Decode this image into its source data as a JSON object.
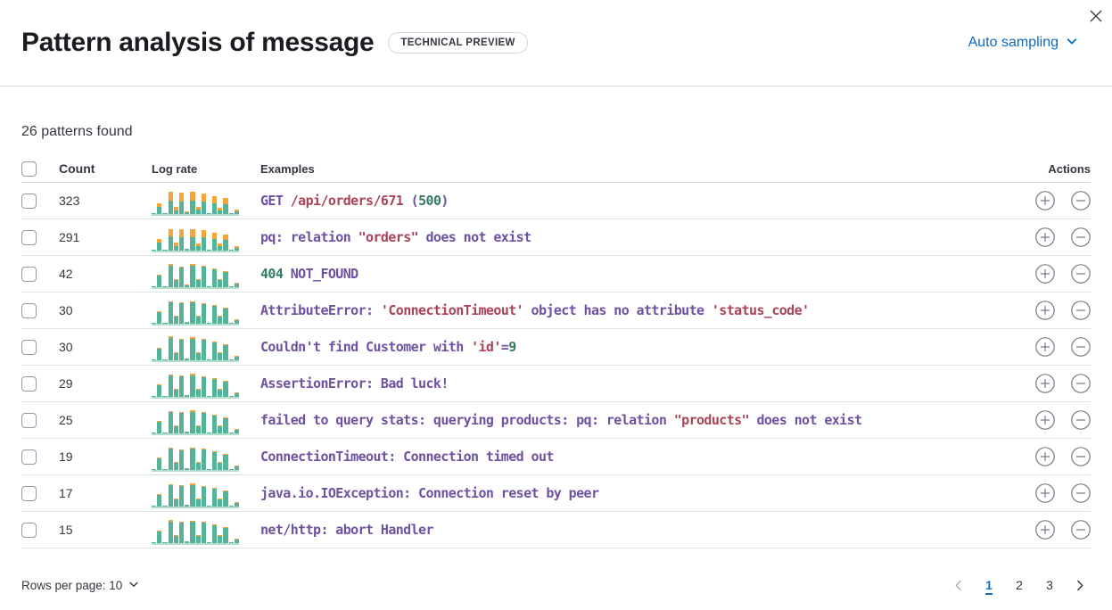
{
  "flyout": {
    "title": "Pattern analysis of message",
    "badge": "TECHNICAL PREVIEW",
    "sampling_label": "Auto sampling",
    "patterns_found": "26 patterns found"
  },
  "icons": {
    "close": "✕",
    "chevron_down": "⌄",
    "plus_circle": "⊕",
    "minus_circle": "⊖",
    "chevron_left": "‹",
    "chevron_right": "›"
  },
  "colors": {
    "purple": "#6e51a1",
    "red": "#a94358",
    "green": "#327a60",
    "hist_green": "#54b399",
    "hist_orange": "#f9a43b",
    "hist_baseline": "#b5dfcd",
    "link_blue": "#0a6cc0",
    "icon_gray": "#767d87",
    "disabled_gray": "#a9b0bb"
  },
  "table": {
    "headers": {
      "count": "Count",
      "log_rate": "Log rate",
      "examples": "Examples",
      "actions": "Actions"
    },
    "rows": [
      {
        "count": "323",
        "example": [
          {
            "t": "GET ",
            "c": "purple"
          },
          {
            "t": "/api/orders/671",
            "c": "red"
          },
          {
            "t": " (",
            "c": "purple"
          },
          {
            "t": "500",
            "c": "green"
          },
          {
            "t": ")",
            "c": "purple"
          }
        ],
        "bars": [
          [
            0.04,
            0
          ],
          [
            0.3,
            0.16
          ],
          [
            0.03,
            0
          ],
          [
            0.52,
            0.36
          ],
          [
            0.16,
            0.15
          ],
          [
            0.5,
            0.34
          ],
          [
            0.06,
            0.02
          ],
          [
            0.52,
            0.36
          ],
          [
            0.17,
            0.1
          ],
          [
            0.5,
            0.32
          ],
          [
            0.04,
            0
          ],
          [
            0.44,
            0.28
          ],
          [
            0.16,
            0.1
          ],
          [
            0.4,
            0.25
          ],
          [
            0.04,
            0
          ],
          [
            0.1,
            0.07
          ]
        ]
      },
      {
        "count": "291",
        "example": [
          {
            "t": "pq: relation ",
            "c": "purple"
          },
          {
            "t": "\"orders\"",
            "c": "red"
          },
          {
            "t": " does not exist",
            "c": "purple"
          }
        ],
        "bars": [
          [
            0.04,
            0
          ],
          [
            0.33,
            0.15
          ],
          [
            0.03,
            0
          ],
          [
            0.56,
            0.3
          ],
          [
            0.18,
            0.13
          ],
          [
            0.53,
            0.33
          ],
          [
            0.06,
            0
          ],
          [
            0.55,
            0.33
          ],
          [
            0.18,
            0.11
          ],
          [
            0.52,
            0.29
          ],
          [
            0.04,
            0
          ],
          [
            0.47,
            0.26
          ],
          [
            0.17,
            0.1
          ],
          [
            0.43,
            0.23
          ],
          [
            0.04,
            0
          ],
          [
            0.12,
            0.06
          ]
        ]
      },
      {
        "count": "42",
        "example": [
          {
            "t": "404",
            "c": "green"
          },
          {
            "t": " NOT_FOUND",
            "c": "purple"
          }
        ],
        "bars": [
          [
            0.04,
            0
          ],
          [
            0.48,
            0.03
          ],
          [
            0.03,
            0
          ],
          [
            0.84,
            0.06
          ],
          [
            0.29,
            0.02
          ],
          [
            0.8,
            0.04
          ],
          [
            0.07,
            0.02
          ],
          [
            0.86,
            0.08
          ],
          [
            0.29,
            0.03
          ],
          [
            0.82,
            0.05
          ],
          [
            0.04,
            0
          ],
          [
            0.72,
            0.04
          ],
          [
            0.28,
            0.03
          ],
          [
            0.62,
            0.05
          ],
          [
            0.04,
            0
          ],
          [
            0.15,
            0.04
          ]
        ]
      },
      {
        "count": "30",
        "example": [
          {
            "t": "AttributeError: ",
            "c": "purple"
          },
          {
            "t": "'ConnectionTimeout'",
            "c": "red"
          },
          {
            "t": " object has no attribute ",
            "c": "purple"
          },
          {
            "t": "'status_code'",
            "c": "red"
          }
        ],
        "bars": [
          [
            0.04,
            0
          ],
          [
            0.47,
            0.03
          ],
          [
            0.03,
            0
          ],
          [
            0.86,
            0.04
          ],
          [
            0.28,
            0.02
          ],
          [
            0.82,
            0.04
          ],
          [
            0.06,
            0
          ],
          [
            0.85,
            0.05
          ],
          [
            0.28,
            0.02
          ],
          [
            0.8,
            0.04
          ],
          [
            0.04,
            0
          ],
          [
            0.71,
            0.04
          ],
          [
            0.27,
            0.03
          ],
          [
            0.6,
            0.04
          ],
          [
            0.04,
            0
          ],
          [
            0.16,
            0.03
          ]
        ]
      },
      {
        "count": "30",
        "example": [
          {
            "t": "Couldn't find Customer with ",
            "c": "purple"
          },
          {
            "t": "'id'",
            "c": "red"
          },
          {
            "t": "=",
            "c": "purple"
          },
          {
            "t": "9",
            "c": "green"
          }
        ],
        "bars": [
          [
            0.04,
            0
          ],
          [
            0.46,
            0.05
          ],
          [
            0.03,
            0
          ],
          [
            0.88,
            0.06
          ],
          [
            0.3,
            0.03
          ],
          [
            0.83,
            0.04
          ],
          [
            0.06,
            0
          ],
          [
            0.86,
            0.06
          ],
          [
            0.28,
            0.03
          ],
          [
            0.81,
            0.04
          ],
          [
            0.04,
            0
          ],
          [
            0.73,
            0.05
          ],
          [
            0.27,
            0.02
          ],
          [
            0.61,
            0.04
          ],
          [
            0.04,
            0
          ],
          [
            0.15,
            0.03
          ]
        ]
      },
      {
        "count": "29",
        "example": [
          {
            "t": "AssertionError: Bad luck!",
            "c": "purple"
          }
        ],
        "bars": [
          [
            0.04,
            0
          ],
          [
            0.47,
            0.03
          ],
          [
            0.03,
            0
          ],
          [
            0.85,
            0.05
          ],
          [
            0.29,
            0.02
          ],
          [
            0.81,
            0.05
          ],
          [
            0.06,
            0
          ],
          [
            0.87,
            0.06
          ],
          [
            0.29,
            0.02
          ],
          [
            0.8,
            0.04
          ],
          [
            0.04,
            0
          ],
          [
            0.72,
            0.04
          ],
          [
            0.27,
            0.03
          ],
          [
            0.62,
            0.05
          ],
          [
            0.04,
            0
          ],
          [
            0.15,
            0.03
          ]
        ]
      },
      {
        "count": "25",
        "example": [
          {
            "t": "failed to query stats: querying products: pq: relation ",
            "c": "purple"
          },
          {
            "t": "\"products\"",
            "c": "red"
          },
          {
            "t": " does not exist",
            "c": "purple"
          }
        ],
        "bars": [
          [
            0.04,
            0
          ],
          [
            0.48,
            0.04
          ],
          [
            0.03,
            0
          ],
          [
            0.86,
            0.05
          ],
          [
            0.28,
            0.02
          ],
          [
            0.82,
            0.04
          ],
          [
            0.07,
            0
          ],
          [
            0.85,
            0.06
          ],
          [
            0.28,
            0.03
          ],
          [
            0.81,
            0.05
          ],
          [
            0.04,
            0
          ],
          [
            0.71,
            0.04
          ],
          [
            0.28,
            0.03
          ],
          [
            0.61,
            0.04
          ],
          [
            0.04,
            0
          ],
          [
            0.16,
            0.03
          ]
        ]
      },
      {
        "count": "19",
        "example": [
          {
            "t": "ConnectionTimeout: Connection timed out",
            "c": "purple"
          }
        ],
        "bars": [
          [
            0.04,
            0
          ],
          [
            0.46,
            0.03
          ],
          [
            0.03,
            0
          ],
          [
            0.87,
            0.05
          ],
          [
            0.29,
            0.02
          ],
          [
            0.8,
            0.04
          ],
          [
            0.06,
            0
          ],
          [
            0.86,
            0.05
          ],
          [
            0.29,
            0.02
          ],
          [
            0.82,
            0.04
          ],
          [
            0.04,
            0
          ],
          [
            0.72,
            0.05
          ],
          [
            0.27,
            0.02
          ],
          [
            0.6,
            0.04
          ],
          [
            0.04,
            0
          ],
          [
            0.15,
            0.03
          ]
        ]
      },
      {
        "count": "17",
        "example": [
          {
            "t": "java.io.IOException: Connection reset by peer",
            "c": "purple"
          }
        ],
        "bars": [
          [
            0.04,
            0
          ],
          [
            0.47,
            0.04
          ],
          [
            0.03,
            0
          ],
          [
            0.85,
            0.05
          ],
          [
            0.28,
            0.02
          ],
          [
            0.81,
            0.04
          ],
          [
            0.06,
            0
          ],
          [
            0.86,
            0.06
          ],
          [
            0.28,
            0.02
          ],
          [
            0.8,
            0.04
          ],
          [
            0.04,
            0
          ],
          [
            0.73,
            0.04
          ],
          [
            0.27,
            0.03
          ],
          [
            0.61,
            0.05
          ],
          [
            0.04,
            0
          ],
          [
            0.15,
            0.03
          ]
        ]
      },
      {
        "count": "15",
        "example": [
          {
            "t": "net/http: abort Handler",
            "c": "purple"
          }
        ],
        "bars": [
          [
            0.04,
            0
          ],
          [
            0.47,
            0.05
          ],
          [
            0.03,
            0
          ],
          [
            0.86,
            0.06
          ],
          [
            0.29,
            0.02
          ],
          [
            0.82,
            0.04
          ],
          [
            0.06,
            0
          ],
          [
            0.85,
            0.05
          ],
          [
            0.28,
            0.02
          ],
          [
            0.81,
            0.04
          ],
          [
            0.04,
            0
          ],
          [
            0.72,
            0.04
          ],
          [
            0.28,
            0.03
          ],
          [
            0.62,
            0.05
          ],
          [
            0.04,
            0
          ],
          [
            0.15,
            0.03
          ]
        ]
      }
    ]
  },
  "footer": {
    "rows_per_page_label": "Rows per page: 10",
    "pages": [
      "1",
      "2",
      "3"
    ],
    "active_page": "1"
  }
}
